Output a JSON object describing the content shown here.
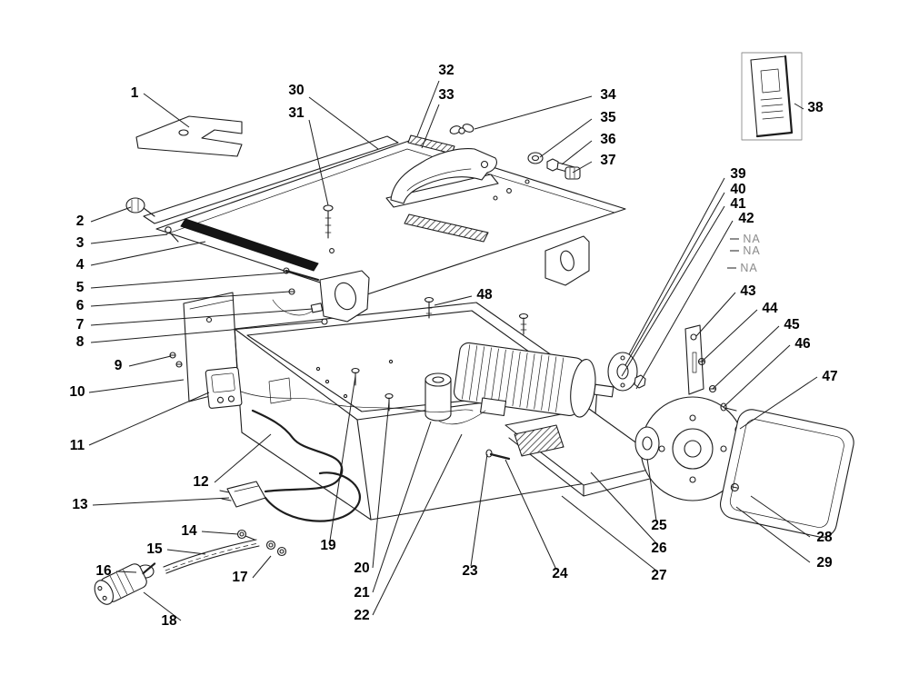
{
  "diagram": {
    "type": "exploded-parts-diagram",
    "subject": "table saw exploded view with numbered part callouts",
    "colors": {
      "background": "#ffffff",
      "line": "#1d1d1d",
      "label": "#000000",
      "na_label": "#8a8a8a"
    },
    "callouts": [
      "1",
      "2",
      "3",
      "4",
      "5",
      "6",
      "7",
      "8",
      "9",
      "10",
      "11",
      "12",
      "13",
      "14",
      "15",
      "16",
      "17",
      "18",
      "19",
      "20",
      "21",
      "22",
      "23",
      "24",
      "25",
      "26",
      "27",
      "28",
      "29",
      "30",
      "31",
      "32",
      "33",
      "34",
      "35",
      "36",
      "37",
      "38",
      "39",
      "40",
      "41",
      "42",
      "43",
      "44",
      "45",
      "46",
      "47",
      "48"
    ],
    "na_callouts": [
      "NA",
      "NA",
      "NA"
    ]
  }
}
